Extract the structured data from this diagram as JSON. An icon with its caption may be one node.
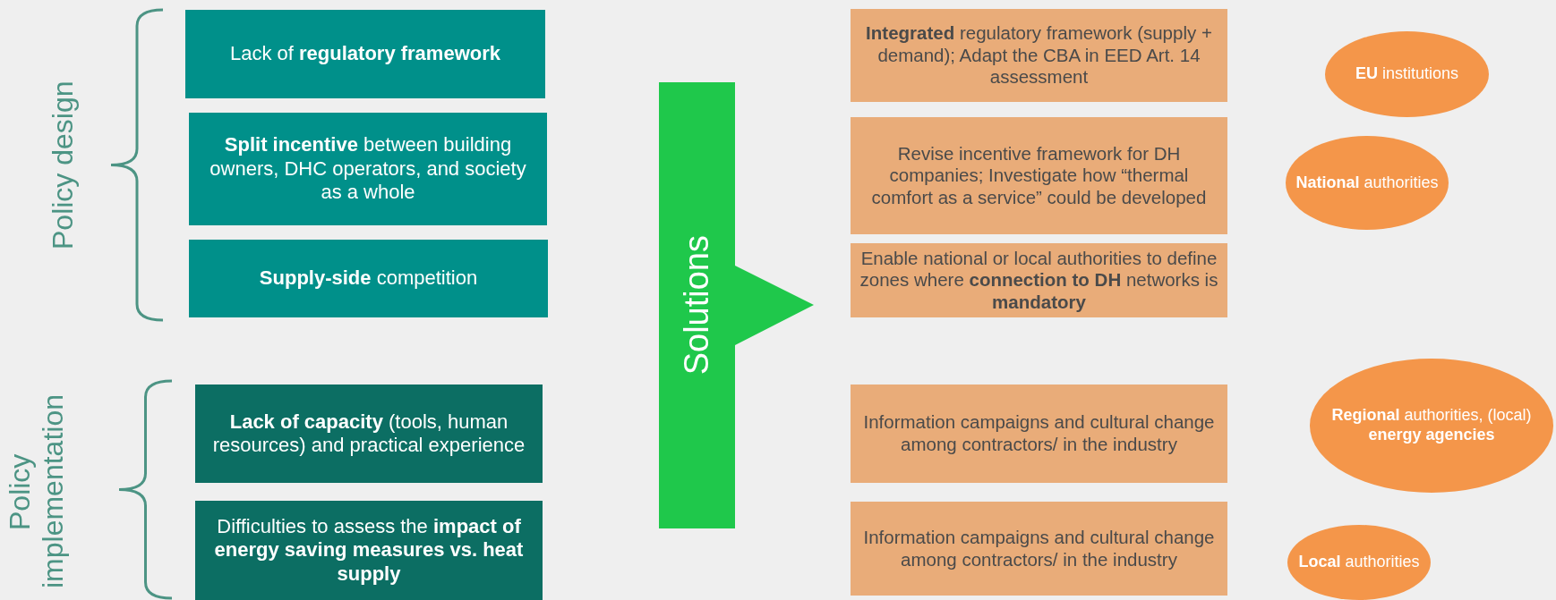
{
  "diagram": {
    "nodes": [
      {
        "text": [
          "Lack of **regulatory framework**"
        ]
      },
      {
        "text": [
          "**Split incentive** between building owners, DHC operators, and society as a whole"
        ]
      },
      {
        "text": [
          "**Supply-side** competition"
        ]
      },
      {
        "text": [
          "**Lack of capacity** (tools, human resources) and practical experience"
        ]
      },
      {
        "text": [
          "Difficulties to assess the **impact of energy saving measures vs. heat supply**"
        ]
      },
      {
        "text": [
          "Solutions"
        ]
      },
      {
        "text": [
          "**Integrated** regulatory framework (supply + demand); Adapt the CBA in EED Art. 14 assessment"
        ]
      },
      {
        "text": [
          "Revise incentive framework for DH companies; Investigate how “thermal comfort as a service” could be developed"
        ]
      },
      {
        "text": [
          "Enable national or local authorities to define zones where **connection to DH** networks is **mandatory**"
        ]
      },
      {
        "text": [
          "Information campaigns and cultural change among contractors/ in the industry"
        ]
      },
      {
        "text": [
          "Information campaigns and cultural change among contractors/ in the industry"
        ]
      },
      {
        "text": [
          "**EU** institutions"
        ]
      },
      {
        "text": [
          "**National** authorities"
        ]
      },
      {
        "text": [
          "**Regional** authorities, (local) **energy agencies**"
        ]
      },
      {
        "text": [
          "**Local** authorities"
        ]
      }
    ],
    "edges": [],
    "labels": [
      "Policy design",
      "Policy implementation"
    ]
  }
}
